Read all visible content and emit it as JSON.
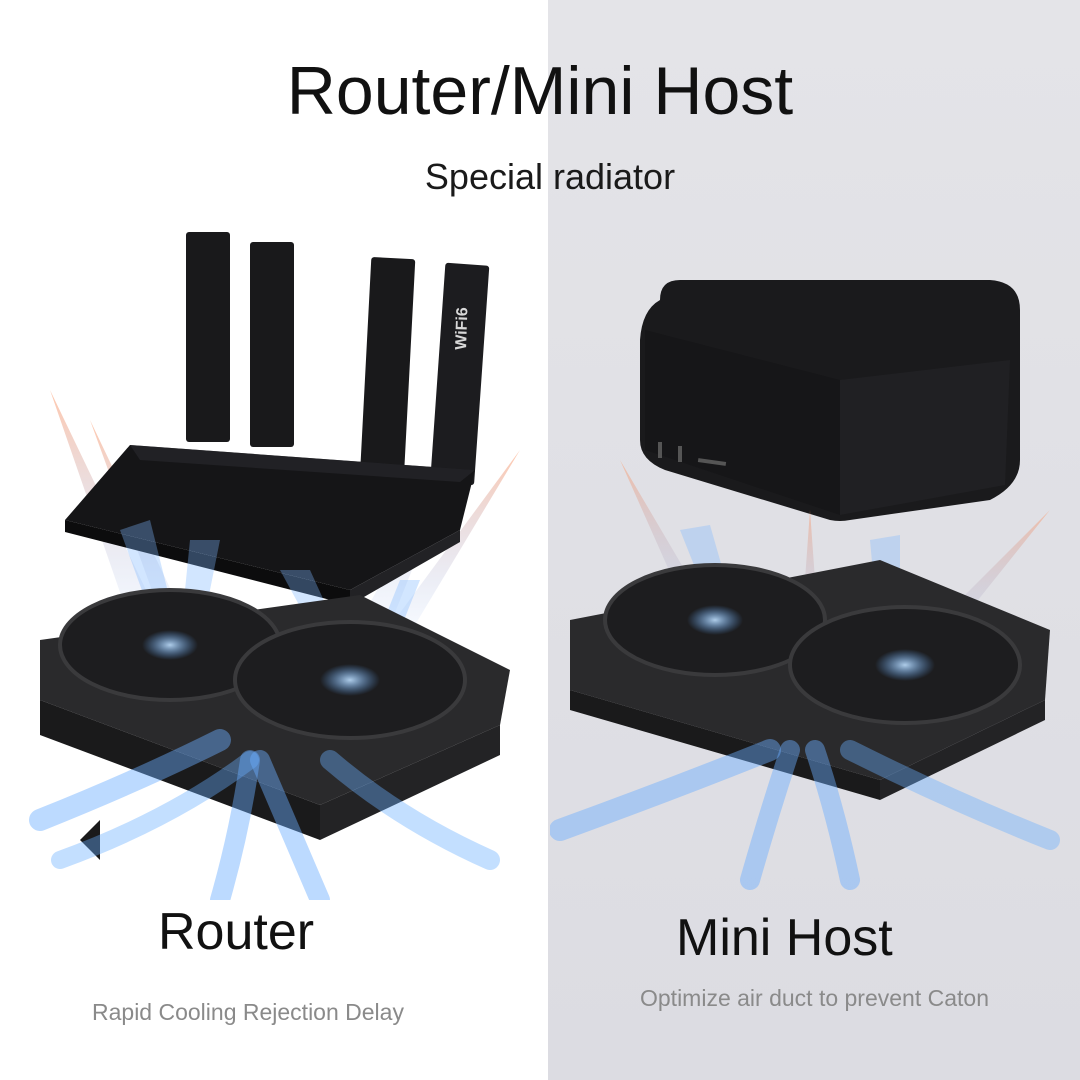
{
  "header": {
    "title": "Router/Mini Host",
    "subtitle": "Special radiator"
  },
  "router": {
    "name": "Router",
    "description": "Rapid Cooling Rejection Delay",
    "antenna_badge": "WiFi6"
  },
  "mini_host": {
    "name": "Mini Host",
    "description": "Optimize air duct to prevent Caton"
  },
  "colors": {
    "device": "#1b1b1d",
    "cooler": "#2a2a2c",
    "airflow_blue": "#5aa6ff",
    "airflow_warm": "#ff9a6a"
  }
}
